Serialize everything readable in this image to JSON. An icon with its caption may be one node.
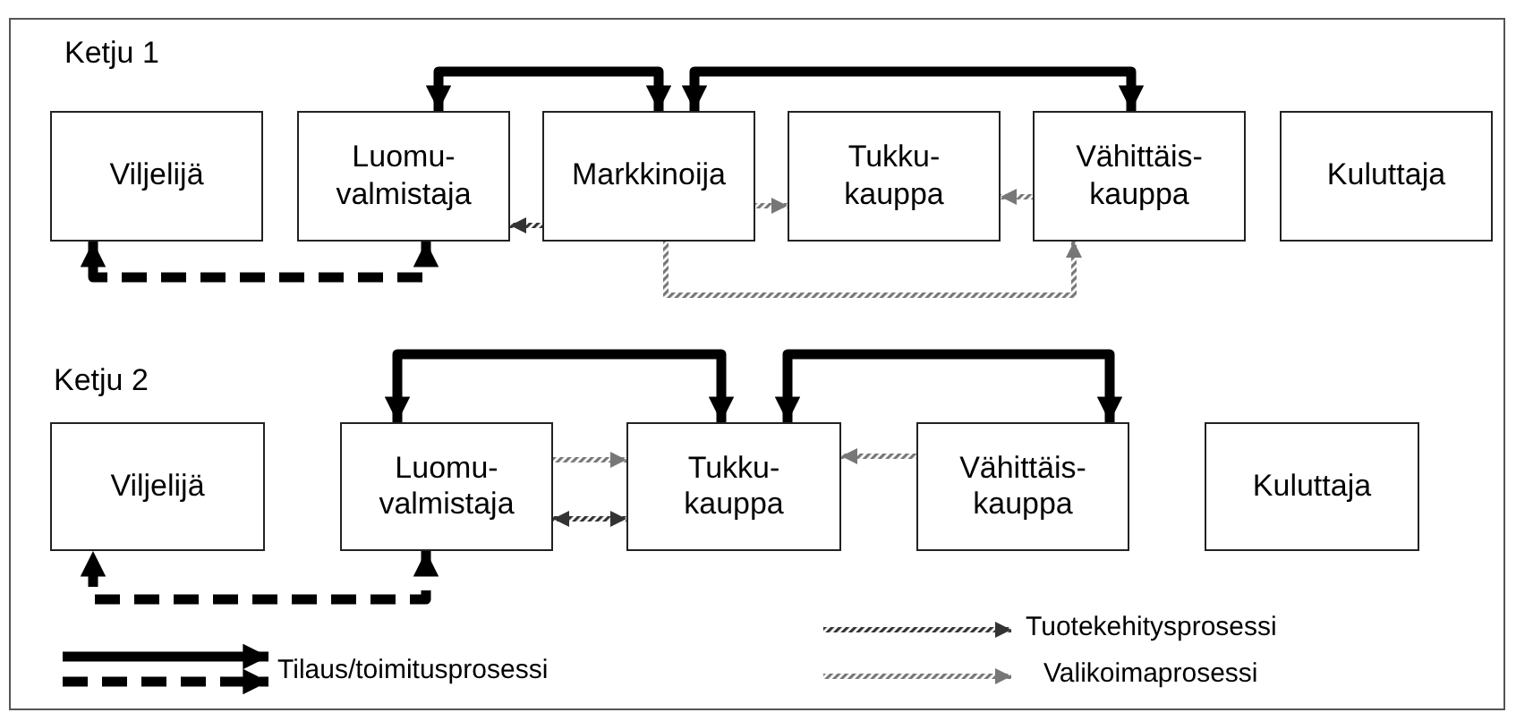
{
  "diagram": {
    "nodes": [
      {
        "text": [
          "Viljelijä"
        ]
      },
      {
        "text": [
          "Luomu- valmistaja"
        ]
      },
      {
        "text": [
          "Markkinoija"
        ]
      },
      {
        "text": [
          "Tukku- kauppa"
        ]
      },
      {
        "text": [
          "Vähittäis- kauppa"
        ]
      },
      {
        "text": [
          "Kuluttaja"
        ]
      },
      {
        "text": [
          "Viljelijä"
        ]
      },
      {
        "text": [
          "Luomu- valmistaja"
        ]
      },
      {
        "text": [
          "Tukku- kauppa"
        ]
      },
      {
        "text": [
          "Vähittäis- kauppa"
        ]
      },
      {
        "text": [
          "Kuluttaja"
        ]
      }
    ],
    "edges": [
      {
        "from": 1,
        "to": 2,
        "arrow": "both"
      },
      {
        "from": 2,
        "to": 4,
        "arrow": "both"
      },
      {
        "from": 1,
        "to": 0,
        "arrow": "both",
        "style": "dashed"
      },
      {
        "from": 2,
        "to": 1,
        "arrow": "to",
        "color": "#333333"
      },
      {
        "from": 2,
        "to": 3,
        "arrow": "to",
        "color": "#777777"
      },
      {
        "from": 4,
        "to": 3,
        "arrow": "to",
        "color": "#777777"
      },
      {
        "from": 2,
        "to": 4,
        "arrow": "to",
        "color": "#777777"
      },
      {
        "from": 7,
        "to": 8,
        "arrow": "both"
      },
      {
        "from": 8,
        "to": 9,
        "arrow": "both"
      },
      {
        "from": 7,
        "to": 6,
        "arrow": "both",
        "style": "dashed"
      },
      {
        "from": 7,
        "to": 8,
        "arrow": "to",
        "color": "#777777"
      },
      {
        "from": 7,
        "to": 8,
        "arrow": "both",
        "color": "#333333"
      },
      {
        "from": 9,
        "to": 8,
        "arrow": "to",
        "color": "#777777"
      }
    ],
    "labels": [
      "Ketju 1",
      "Ketju 2"
    ],
    "legend": [
      {
        "text": "Tilaus/toimitusprosessi"
      },
      {
        "text": "Tuotekehitysprosessi"
      },
      {
        "text": "Valikoimaprosessi"
      }
    ]
  }
}
